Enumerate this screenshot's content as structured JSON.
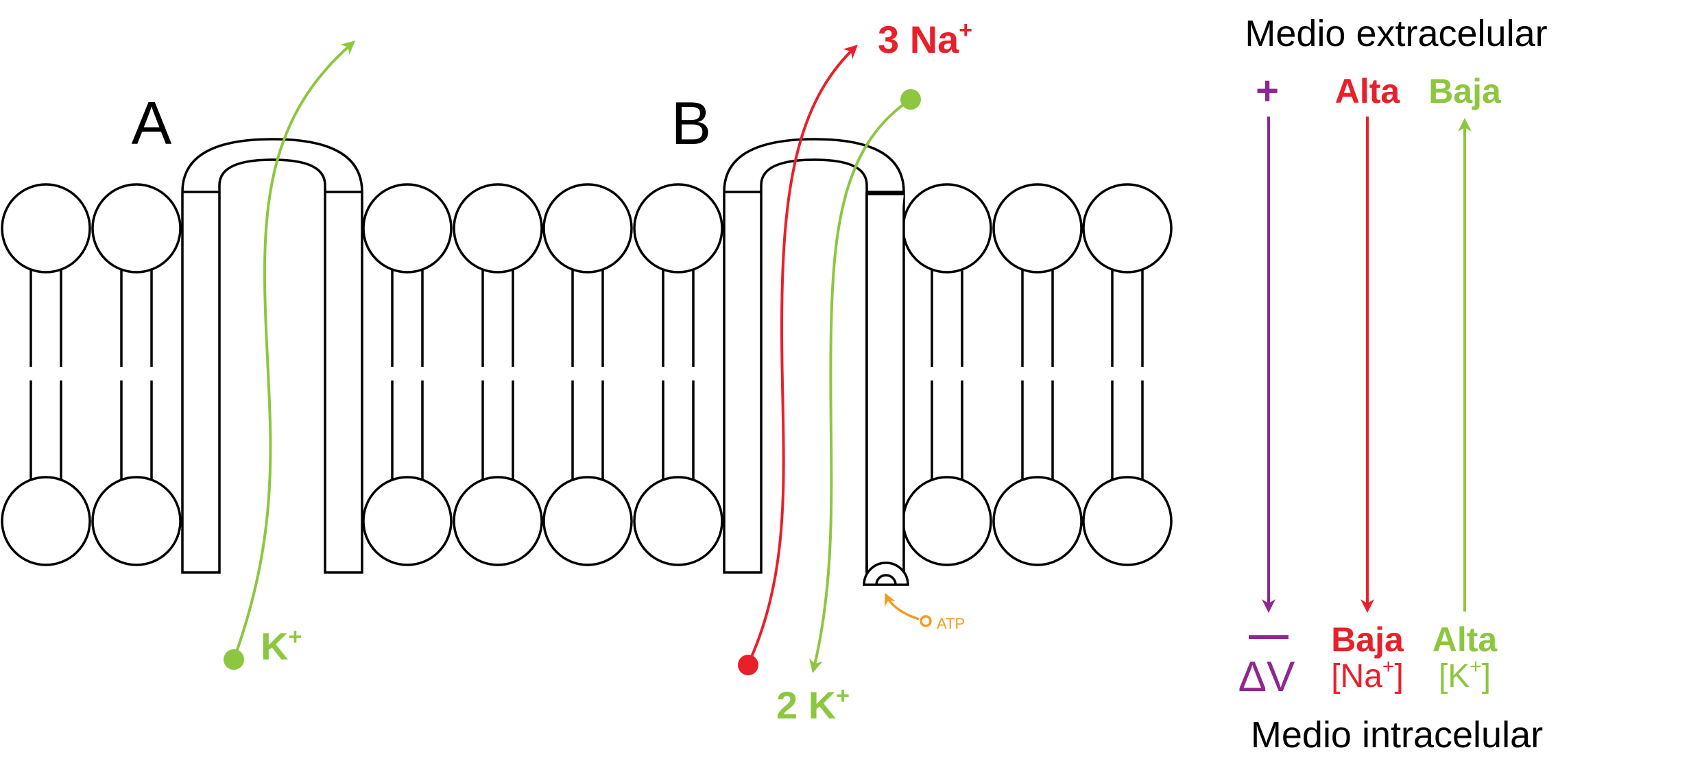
{
  "channel_a": {
    "label": "A",
    "ion_label": "K",
    "ion_charge": "+"
  },
  "pump_b": {
    "label": "B",
    "out_ion": "3 Na",
    "out_charge": "+",
    "in_ion": "2 K",
    "in_charge": "+",
    "atp_label": "ATP"
  },
  "legend": {
    "top_label": "Medio extracelular",
    "bottom_label": "Medio intracelular",
    "voltage": {
      "top": "+",
      "bottom": "—",
      "caption": "ΔV"
    },
    "sodium": {
      "top": "Alta",
      "bottom": "Baja",
      "caption_open": "[Na",
      "caption_charge": "+",
      "caption_close": "]"
    },
    "potassium": {
      "top": "Baja",
      "bottom": "Alta",
      "caption_open": "[K",
      "caption_charge": "+",
      "caption_close": "]"
    }
  },
  "colors": {
    "potassium": "#8dc63f",
    "sodium": "#e8202a",
    "voltage": "#8e278f",
    "atp": "#f39c1f",
    "outline": "#000000"
  }
}
